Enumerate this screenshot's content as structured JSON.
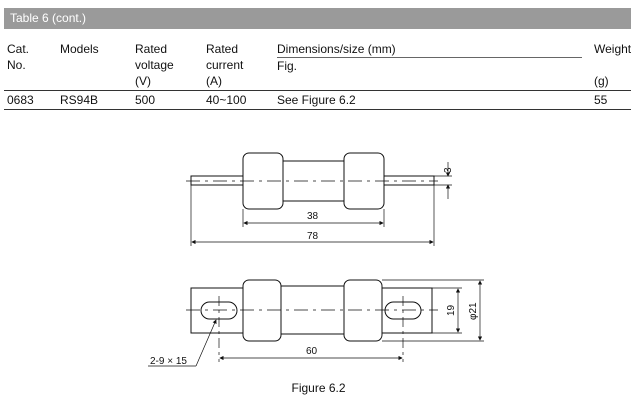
{
  "table": {
    "title": "Table 6 (cont.)",
    "headers": {
      "cat": [
        "Cat.",
        "No."
      ],
      "models": "Models",
      "rated_voltage": [
        "Rated",
        "voltage",
        "(V)"
      ],
      "rated_current": [
        "Rated",
        "current",
        "(A)"
      ],
      "dimensions": "Dimensions/size (mm)",
      "fig": "Fig.",
      "weight": [
        "Weight",
        "(g)"
      ]
    },
    "row": {
      "cat": "0683",
      "model": "RS94B",
      "voltage": "500",
      "current": "40~100",
      "figure": "See Figure 6.2",
      "weight": "55"
    }
  },
  "figure": {
    "caption": "Figure 6.2",
    "dims": {
      "thickness": "3",
      "body_length": "38",
      "overall_length": "78",
      "width": "19",
      "diameter": "φ21",
      "hole_spacing": "60",
      "slot": "2-9 × 15"
    }
  }
}
